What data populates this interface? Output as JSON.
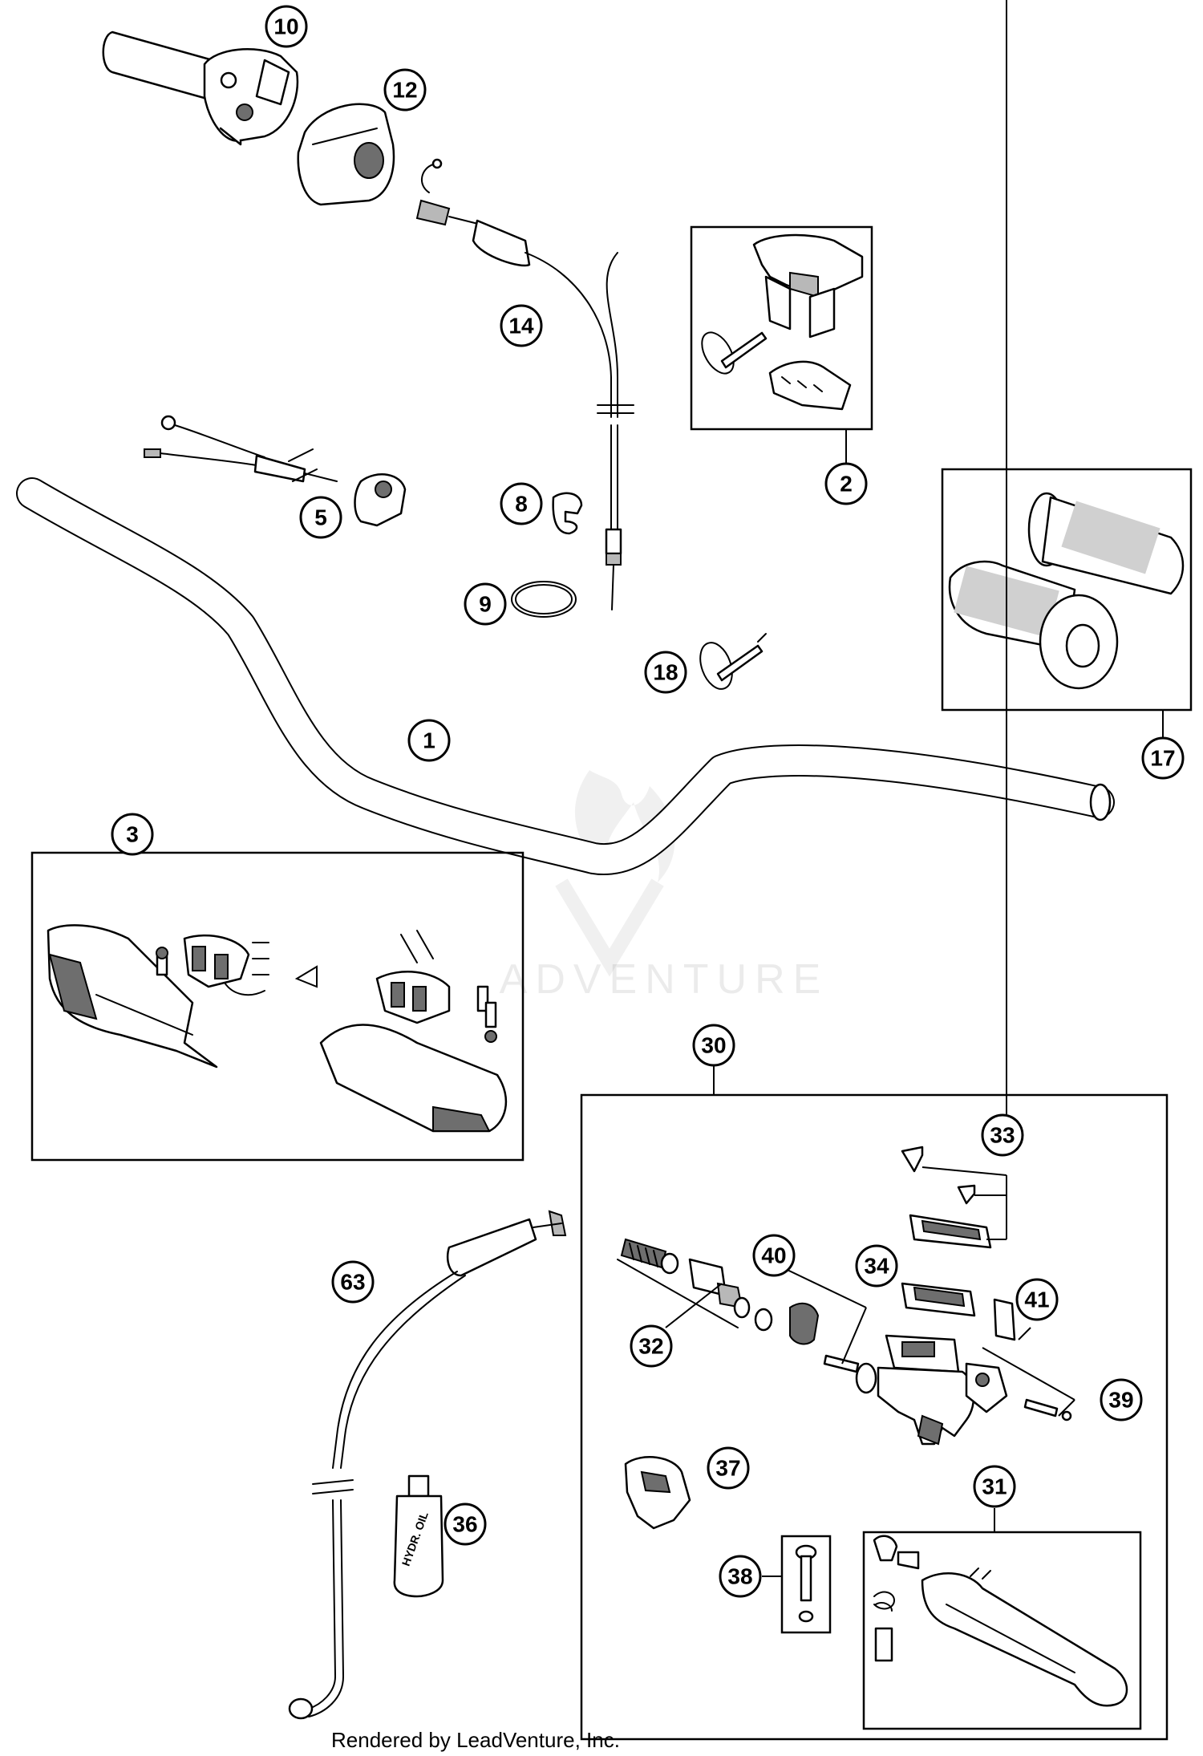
{
  "watermark": "ADVENTURE",
  "footer": "Rendered by LeadVenture, Inc.",
  "callouts": {
    "c1": "1",
    "c2": "2",
    "c3": "3",
    "c5": "5",
    "c8": "8",
    "c9": "9",
    "c10": "10",
    "c12": "12",
    "c14": "14",
    "c17": "17",
    "c18": "18",
    "c30": "30",
    "c31": "31",
    "c32": "32",
    "c33": "33",
    "c34": "34",
    "c36": "36",
    "c37": "37",
    "c38": "38",
    "c39": "39",
    "c40": "40",
    "c41": "41",
    "c63": "63"
  },
  "labels": {
    "oil_bottle": "HYDR. OIL"
  }
}
